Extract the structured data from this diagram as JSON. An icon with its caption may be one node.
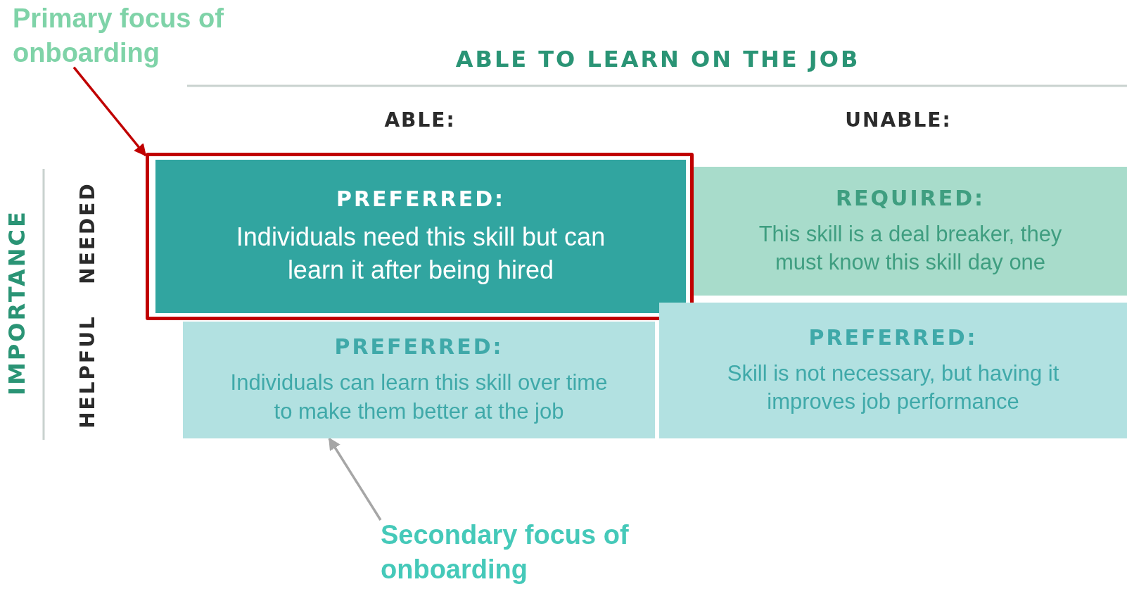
{
  "diagram": {
    "nodes": [
      {
        "text": [
          "Primary focus of onboarding"
        ]
      },
      {
        "text": [],
        "shape": "box"
      },
      {
        "text": [
          "PREFERRED:",
          "Individuals need this skill but can learn it after being hired"
        ],
        "in": 1
      },
      {
        "text": [
          "REQUIRED:",
          "This skill is a deal breaker, they must know this skill day one"
        ]
      },
      {
        "text": [
          "PREFERRED:",
          "Individuals can learn this skill over time to make them better at the job"
        ]
      },
      {
        "text": [
          "PREFERRED:",
          "Skill is not necessary, but having it improves job performance"
        ]
      },
      {
        "text": [
          "Secondary focus of onboarding"
        ]
      }
    ],
    "edges": [
      {
        "from": 0,
        "to": 1,
        "arrow": "to",
        "color": "#c00000"
      },
      {
        "from": 6,
        "to": 4,
        "arrow": "to",
        "color": "#a6a6a6"
      }
    ],
    "labels": [
      "ABLE TO LEARN ON THE JOB",
      "ABLE:",
      "UNABLE:",
      "IMPORTANCE",
      "NEEDED",
      "HELPFUL"
    ]
  }
}
